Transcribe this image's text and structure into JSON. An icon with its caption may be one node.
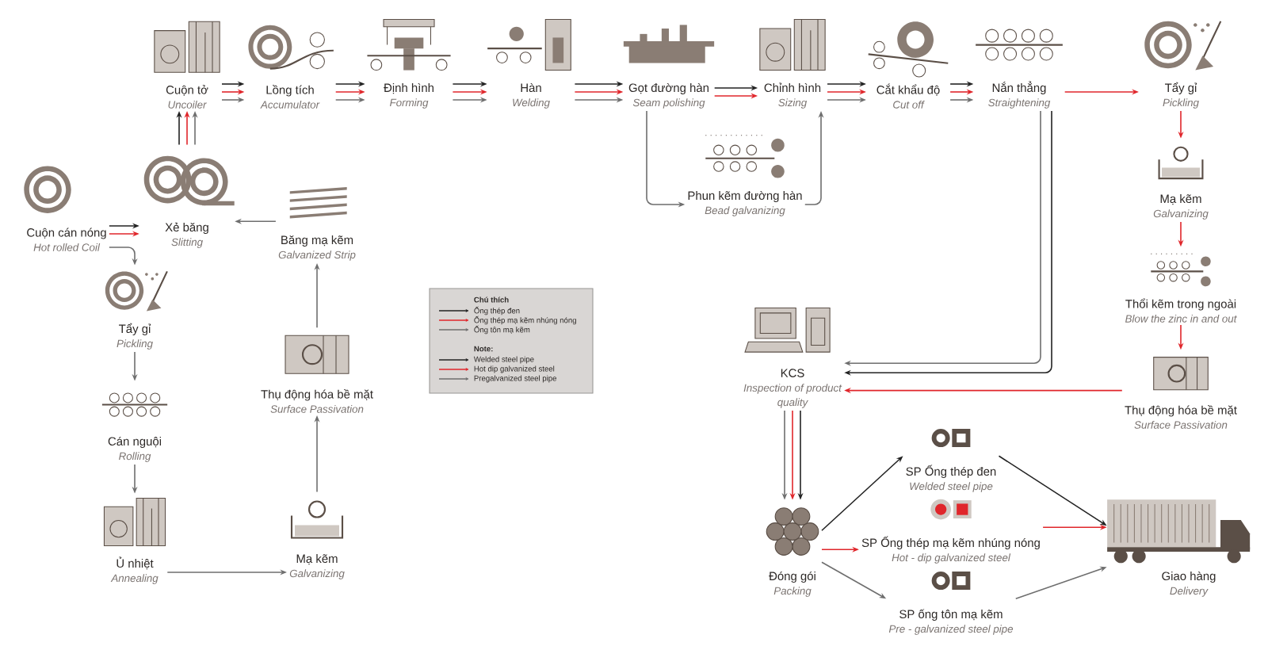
{
  "diagram": {
    "nodes": [
      {
        "text": [
          "Cuộn cán nóng",
          "Hot rolled Coil"
        ]
      },
      {
        "text": [
          "Xẻ băng",
          "Slitting"
        ]
      },
      {
        "text": [
          "Cuộn tở",
          "Uncoiler"
        ]
      },
      {
        "text": [
          "Lồng tích",
          "Accumulator"
        ]
      },
      {
        "text": [
          "Định hình",
          "Forming"
        ]
      },
      {
        "text": [
          "Hàn",
          "Welding"
        ]
      },
      {
        "text": [
          "Gọt đường hàn",
          "Seam polishing"
        ]
      },
      {
        "text": [
          "Chỉnh hình",
          "Sizing"
        ]
      },
      {
        "text": [
          "Cắt khẩu độ",
          "Cut off"
        ]
      },
      {
        "text": [
          "Nắn thẳng",
          "Straightening"
        ]
      },
      {
        "text": [
          "Tẩy gỉ",
          "Pickling"
        ]
      },
      {
        "text": [
          "Phun kẽm đường hàn",
          "Bead galvanizing"
        ]
      },
      {
        "text": [
          "Mạ kẽm",
          "Galvanizing"
        ]
      },
      {
        "text": [
          "Thổi kẽm trong ngoài",
          "Blow the zinc in and out"
        ]
      },
      {
        "text": [
          "Thụ động hóa bề mặt",
          "Surface Passivation"
        ]
      },
      {
        "text": [
          "KCS",
          "Inspection of product quality"
        ]
      },
      {
        "text": [
          "Đóng gói",
          "Packing"
        ]
      },
      {
        "text": [
          "SP Ống thép đen",
          "Welded steel pipe"
        ]
      },
      {
        "text": [
          "SP Ống thép mạ kẽm nhúng nóng",
          "Hot - dip galvanized steel"
        ]
      },
      {
        "text": [
          "SP ống tôn mạ kẽm",
          "Pre - galvanized steel pipe"
        ]
      },
      {
        "text": [
          "Giao hàng",
          "Delivery"
        ]
      },
      {
        "text": [
          "Tẩy gỉ",
          "Pickling"
        ]
      },
      {
        "text": [
          "Cán nguội",
          "Rolling"
        ]
      },
      {
        "text": [
          "Ủ nhiệt",
          "Annealing"
        ]
      },
      {
        "text": [
          "Mạ kẽm",
          "Galvanizing"
        ]
      },
      {
        "text": [
          "Thụ động hóa bề mặt",
          "Surface Passivation"
        ]
      },
      {
        "text": [
          "Băng mạ kẽm",
          "Galvanized Strip"
        ]
      }
    ],
    "edges": [
      {
        "from": 0,
        "to": 1,
        "arrow": "to",
        "color": "#222222"
      },
      {
        "from": 0,
        "to": 1,
        "arrow": "to",
        "color": "#e0262b"
      },
      {
        "from": 0,
        "to": 21,
        "arrow": "to"
      },
      {
        "from": 1,
        "to": 2,
        "arrow": "to",
        "color": "#222222"
      },
      {
        "from": 1,
        "to": 2,
        "arrow": "to",
        "color": "#e0262b"
      },
      {
        "from": 1,
        "to": 2,
        "arrow": "to"
      },
      {
        "from": 2,
        "to": 3,
        "arrow": "to",
        "color": "#222222"
      },
      {
        "from": 2,
        "to": 3,
        "arrow": "to",
        "color": "#e0262b"
      },
      {
        "from": 2,
        "to": 3,
        "arrow": "to"
      },
      {
        "from": 3,
        "to": 4,
        "arrow": "to",
        "color": "#222222"
      },
      {
        "from": 3,
        "to": 4,
        "arrow": "to",
        "color": "#e0262b"
      },
      {
        "from": 3,
        "to": 4,
        "arrow": "to"
      },
      {
        "from": 4,
        "to": 5,
        "arrow": "to",
        "color": "#222222"
      },
      {
        "from": 4,
        "to": 5,
        "arrow": "to",
        "color": "#e0262b"
      },
      {
        "from": 4,
        "to": 5,
        "arrow": "to"
      },
      {
        "from": 5,
        "to": 6,
        "arrow": "to",
        "color": "#222222"
      },
      {
        "from": 5,
        "to": 6,
        "arrow": "to",
        "color": "#e0262b"
      },
      {
        "from": 5,
        "to": 6,
        "arrow": "to"
      },
      {
        "from": 6,
        "to": 7,
        "arrow": "to",
        "color": "#222222"
      },
      {
        "from": 6,
        "to": 7,
        "arrow": "to",
        "color": "#e0262b"
      },
      {
        "from": 6,
        "to": 11,
        "arrow": "to"
      },
      {
        "from": 11,
        "to": 7,
        "arrow": "to"
      },
      {
        "from": 7,
        "to": 8,
        "arrow": "to",
        "color": "#222222"
      },
      {
        "from": 7,
        "to": 8,
        "arrow": "to",
        "color": "#e0262b"
      },
      {
        "from": 7,
        "to": 8,
        "arrow": "to"
      },
      {
        "from": 8,
        "to": 9,
        "arrow": "to",
        "color": "#222222"
      },
      {
        "from": 8,
        "to": 9,
        "arrow": "to",
        "color": "#e0262b"
      },
      {
        "from": 8,
        "to": 9,
        "arrow": "to"
      },
      {
        "from": 9,
        "to": 10,
        "arrow": "to",
        "color": "#e0262b"
      },
      {
        "from": 9,
        "to": 15,
        "arrow": "to"
      },
      {
        "from": 9,
        "to": 15,
        "arrow": "to",
        "color": "#222222"
      },
      {
        "from": 10,
        "to": 12,
        "arrow": "to",
        "color": "#e0262b"
      },
      {
        "from": 12,
        "to": 13,
        "arrow": "to",
        "color": "#e0262b"
      },
      {
        "from": 13,
        "to": 14,
        "arrow": "to",
        "color": "#e0262b"
      },
      {
        "from": 14,
        "to": 15,
        "arrow": "to",
        "color": "#e0262b"
      },
      {
        "from": 15,
        "to": 16,
        "arrow": "to"
      },
      {
        "from": 15,
        "to": 16,
        "arrow": "to",
        "color": "#e0262b"
      },
      {
        "from": 15,
        "to": 16,
        "arrow": "to",
        "color": "#222222"
      },
      {
        "from": 16,
        "to": 17,
        "arrow": "to",
        "color": "#222222"
      },
      {
        "from": 16,
        "to": 18,
        "arrow": "to",
        "color": "#e0262b"
      },
      {
        "from": 16,
        "to": 19,
        "arrow": "to"
      },
      {
        "from": 17,
        "to": 20,
        "arrow": "to",
        "color": "#222222"
      },
      {
        "from": 18,
        "to": 20,
        "arrow": "to",
        "color": "#e0262b"
      },
      {
        "from": 19,
        "to": 20,
        "arrow": "to"
      },
      {
        "from": 21,
        "to": 22,
        "arrow": "to"
      },
      {
        "from": 22,
        "to": 23,
        "arrow": "to"
      },
      {
        "from": 23,
        "to": 24,
        "arrow": "to"
      },
      {
        "from": 24,
        "to": 25,
        "arrow": "to"
      },
      {
        "from": 25,
        "to": 26,
        "arrow": "to"
      },
      {
        "from": 26,
        "to": 1,
        "arrow": "to"
      }
    ],
    "labels": [
      "Chú thích",
      "Note:"
    ],
    "legend": [
      {
        "text": "Ống thép đen"
      },
      {
        "text": "Ống thép mạ kẽm nhúng nóng"
      },
      {
        "text": "Ống tôn mạ kẽm"
      },
      {
        "text": "Welded steel pipe"
      },
      {
        "text": "Hot dip galvanized steel"
      },
      {
        "text": "Pregalvanized steel pipe"
      }
    ]
  }
}
